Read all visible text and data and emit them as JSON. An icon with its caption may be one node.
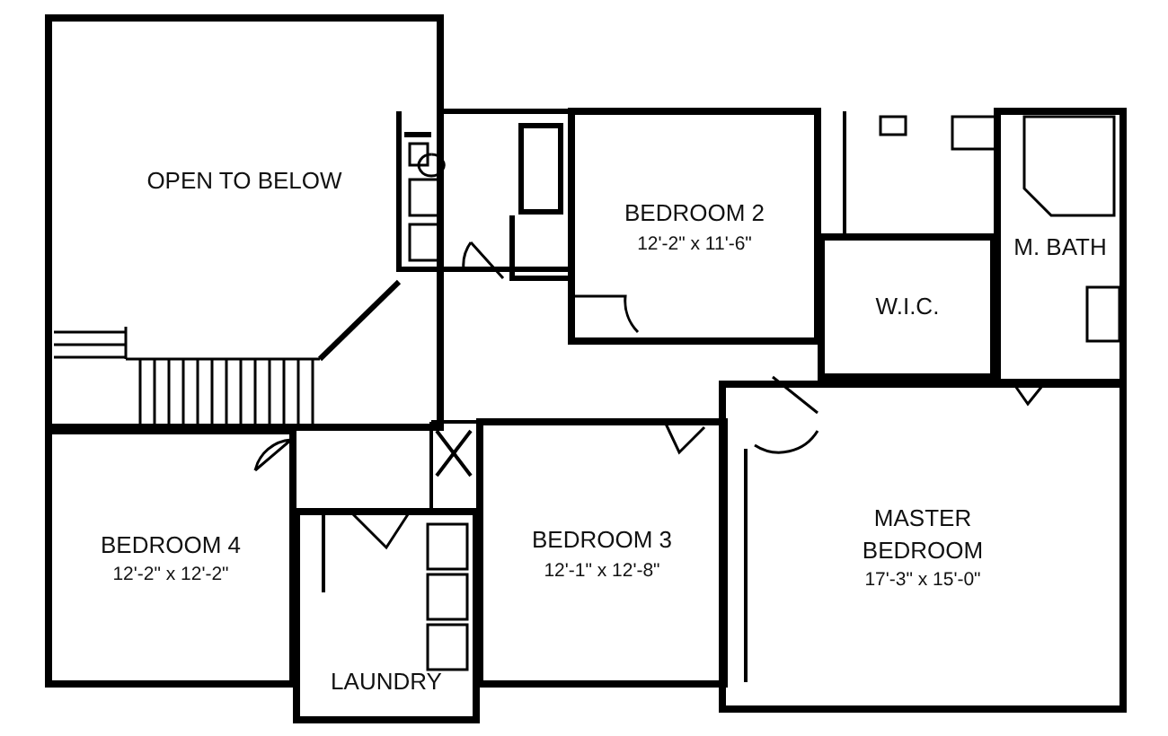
{
  "diagram": {
    "nodes": [
      {
        "text": [
          "OPEN TO BELOW"
        ]
      },
      {
        "text": [
          "BEDROOM 2",
          "12'-2\" x 11'-6\""
        ]
      },
      {
        "text": [
          "M. BATH"
        ]
      },
      {
        "text": [
          "W.I.C."
        ]
      },
      {
        "text": [
          "BEDROOM 4",
          "12'-2\" x 12'-2\""
        ]
      },
      {
        "text": [
          "BEDROOM 3",
          "12'-1\" x 12'-8\""
        ]
      },
      {
        "text": [
          "MASTER BEDROOM",
          "17'-3\" x 15'-0\""
        ]
      },
      {
        "text": [
          "LAUNDRY"
        ]
      }
    ]
  }
}
